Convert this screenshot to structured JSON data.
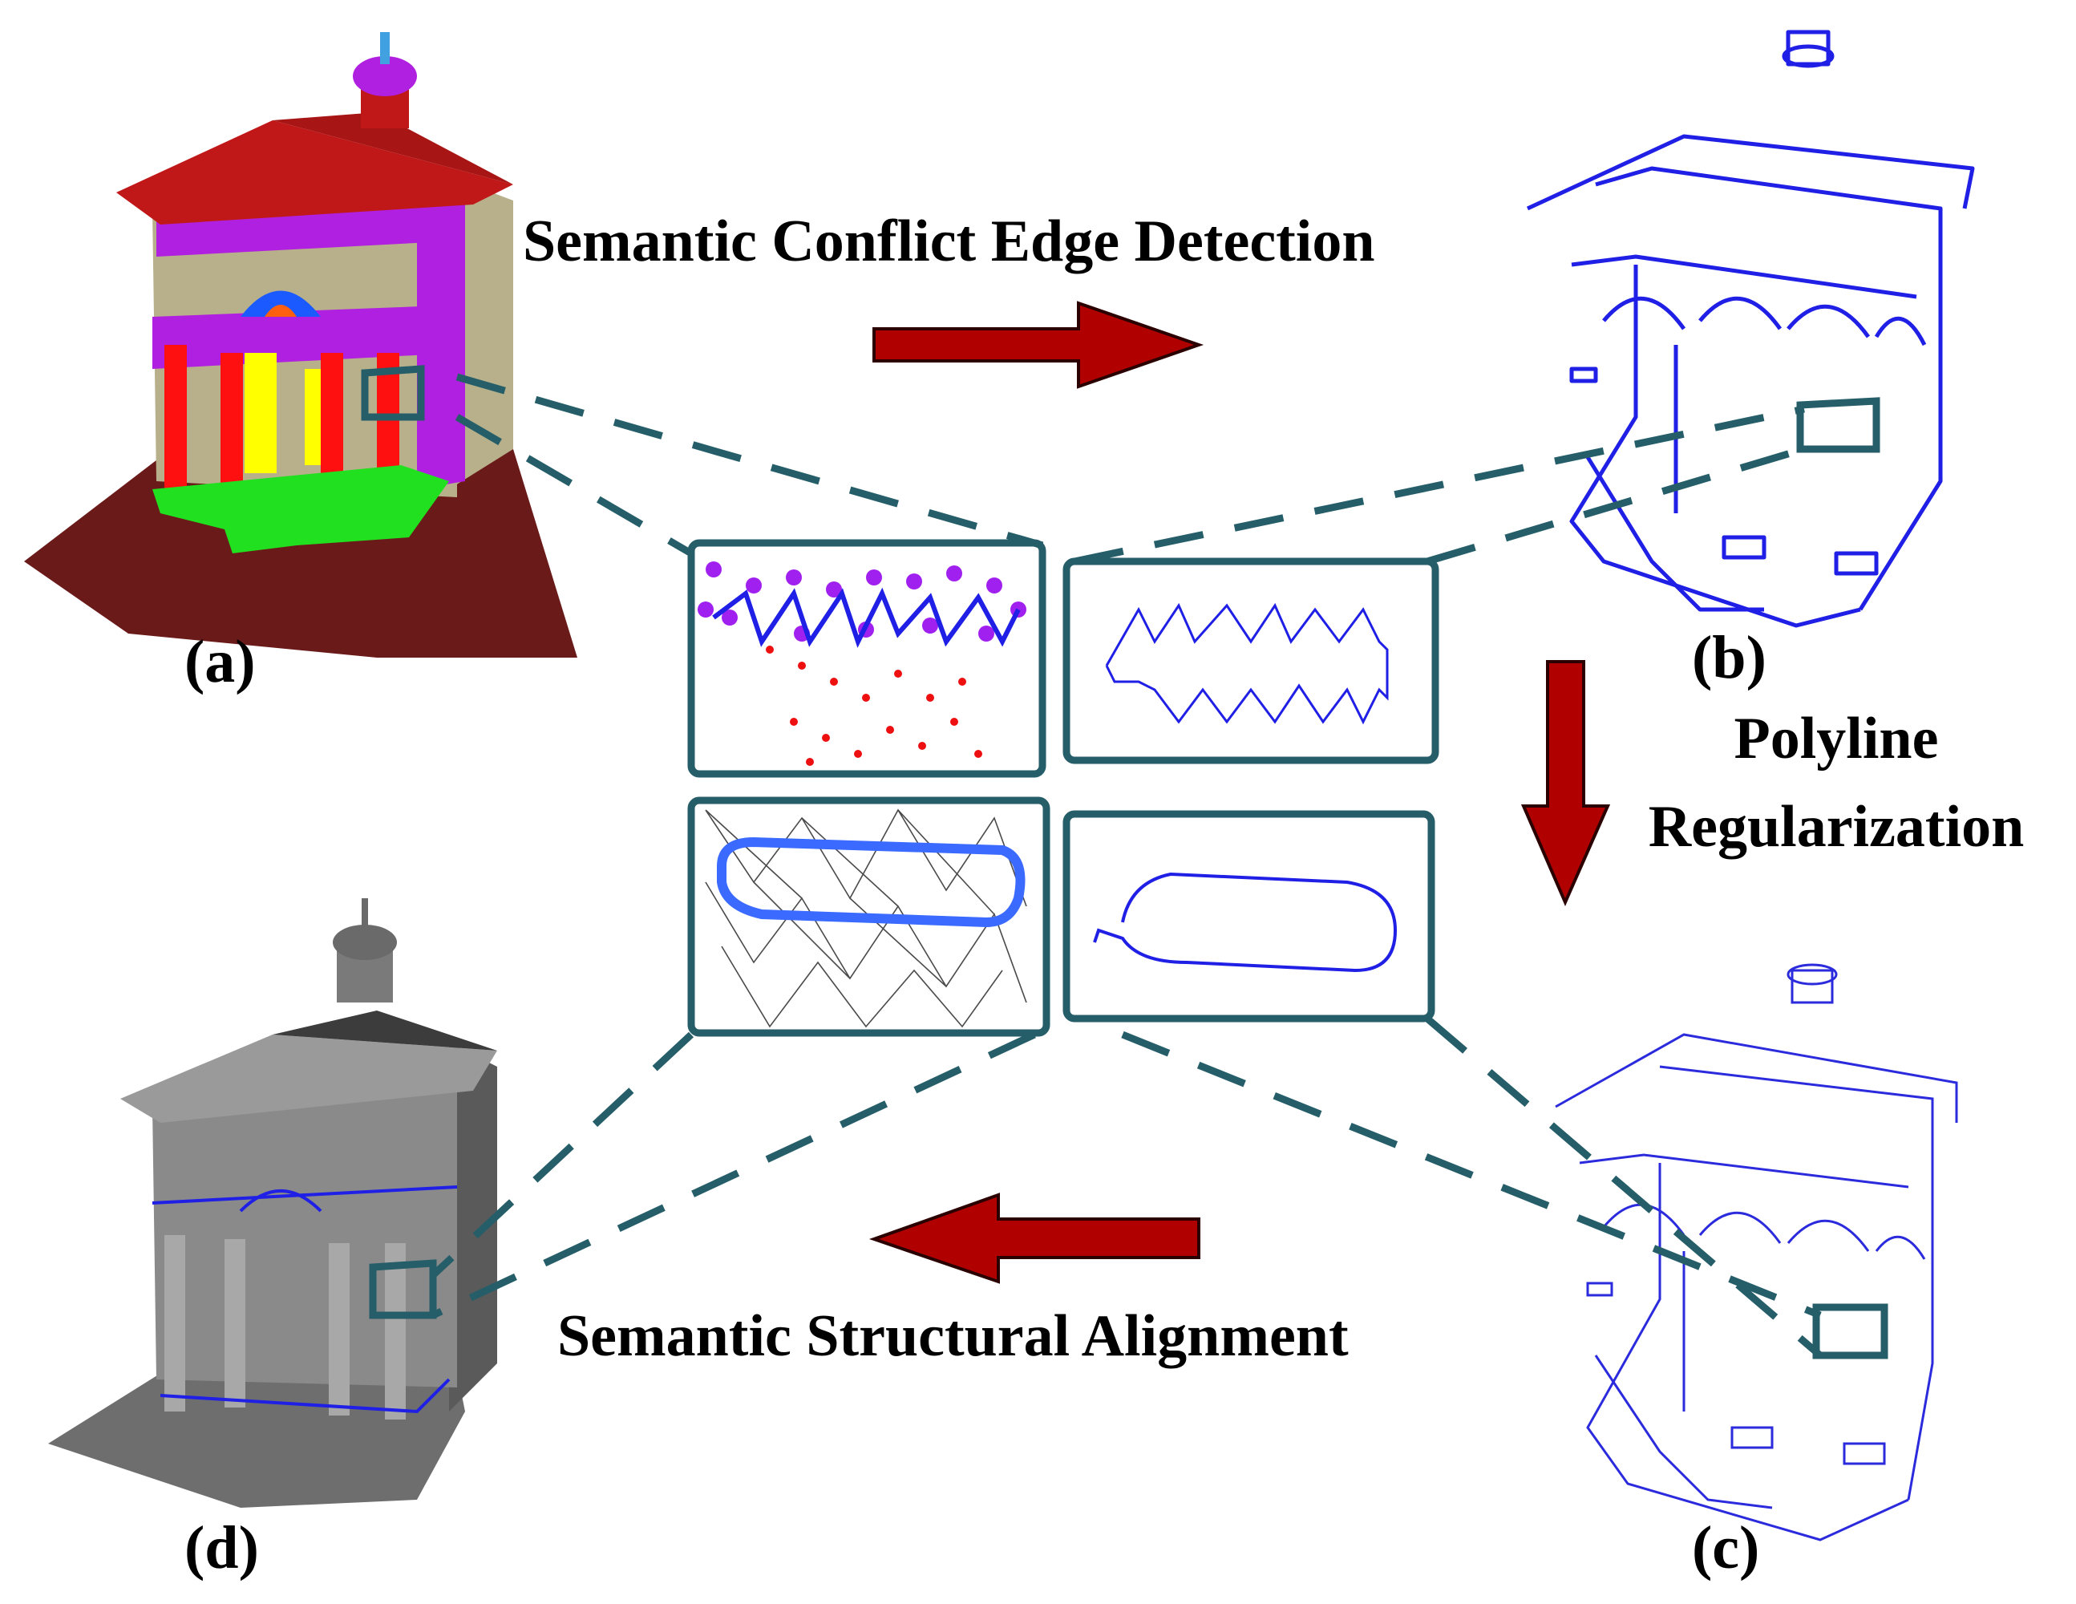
{
  "labels": {
    "a": "(a)",
    "b": "(b)",
    "c": "(c)",
    "d": "(d)"
  },
  "steps": {
    "detection": "Semantic Conflict Edge Detection",
    "regularization_line1": "Polyline",
    "regularization_line2": "Regularization",
    "alignment": "Semantic Structural Alignment"
  },
  "colors": {
    "frame": "#255e69",
    "arrow": "#b00000",
    "edge_blue": "#1f1fe6",
    "roof": "#c01818",
    "wall": "#b8b08a",
    "trim": "#b020e0",
    "column": "#ff1010",
    "door": "#ffff00",
    "step": "#20e020",
    "ground": "#6b1a1a",
    "mesh_gray": "#8a8a8a"
  },
  "icons": {
    "arrow_right": "arrow-right-icon",
    "arrow_down": "arrow-down-icon",
    "arrow_left": "arrow-left-icon"
  }
}
